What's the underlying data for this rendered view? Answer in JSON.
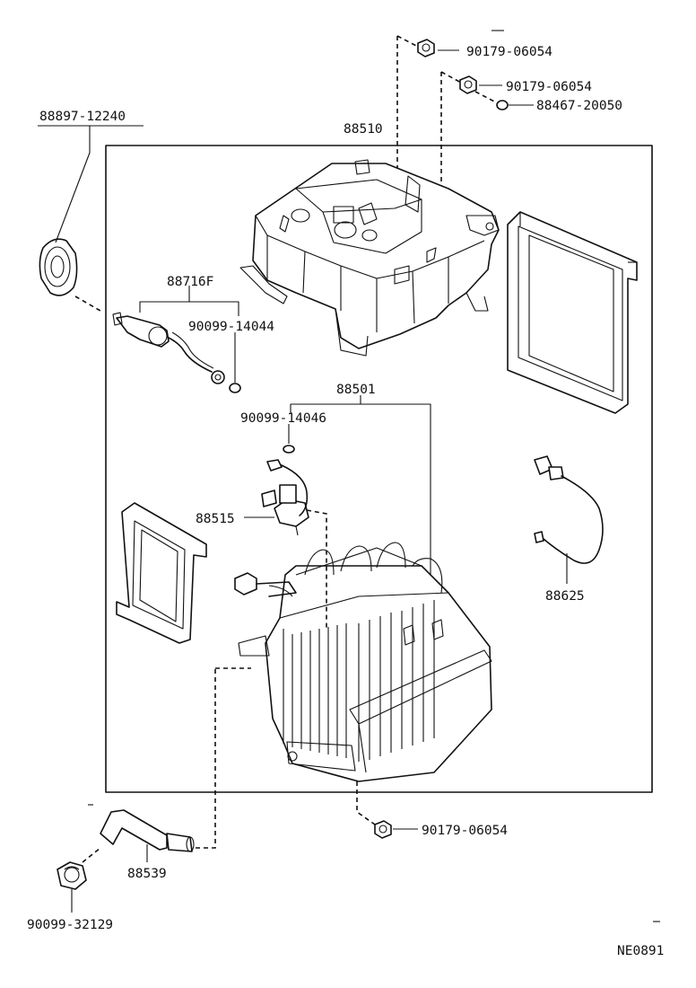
{
  "labels": {
    "nut_top_1": "90179-06054",
    "nut_top_2": "90179-06054",
    "oring_top": "88467-20050",
    "grommet": "88897-12240",
    "evaporator_case": "88510",
    "thermistor": "88716F",
    "oring_1": "90099-14044",
    "evaporator": "88501",
    "oring_2": "90099-14046",
    "expansion_valve": "88515",
    "wire_harness": "88625",
    "nut_bottom": "90179-06054",
    "drain_hose": "88539",
    "clamp": "90099-32129",
    "figure_code": "NE0891"
  }
}
